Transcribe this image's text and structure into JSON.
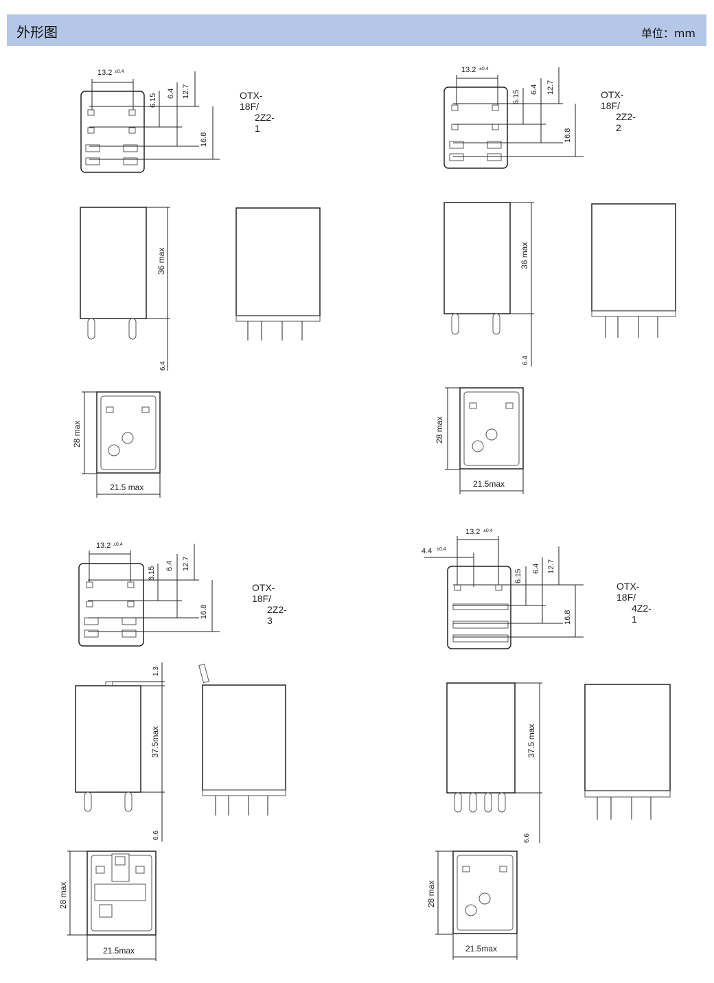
{
  "header": {
    "title": "外形图",
    "unit": "单位：mm"
  },
  "panels": [
    {
      "model_prefix": "OTX-18F/",
      "model_suffix": "2Z2-1",
      "dims": {
        "d1": "13.2",
        "tol": "±0.4",
        "d2": "6.4",
        "d3": "12.7",
        "d4": "6.15",
        "d5": "16.8",
        "height": "36 max",
        "pin": "6.4",
        "depth": "28 max",
        "width": "21.5 max"
      }
    },
    {
      "model_prefix": "OTX-18F/",
      "model_suffix": "2Z2-2",
      "dims": {
        "d1": "13.2",
        "tol": "±0.4",
        "d2": "6.4",
        "d3": "12.7",
        "d4": "6.15",
        "d5": "16.8",
        "height": "36 max",
        "pin": "6.4",
        "depth": "28 max",
        "width": "21.5max"
      }
    },
    {
      "model_prefix": "OTX-18F/",
      "model_suffix": "2Z2-3",
      "dims": {
        "d1": "13.2",
        "tol": "±0.4",
        "d2": "6.4",
        "d3": "12.7",
        "d4": "6.15",
        "d5": "16.8",
        "height": "37.5max",
        "pin": "6.6",
        "depth": "28 max",
        "width": "21.5max",
        "tab": "1.3"
      }
    },
    {
      "model_prefix": "OTX-18F/",
      "model_suffix": "4Z2-1",
      "dims": {
        "d0": "4.4",
        "d1": "13.2",
        "tol": "±0.4",
        "d2": "6.4",
        "d3": "12.7",
        "d4": "6.15",
        "d5": "16.8",
        "height": "37.5 max",
        "pin": "6.6",
        "depth": "28 max",
        "width": "21.5max"
      }
    }
  ]
}
